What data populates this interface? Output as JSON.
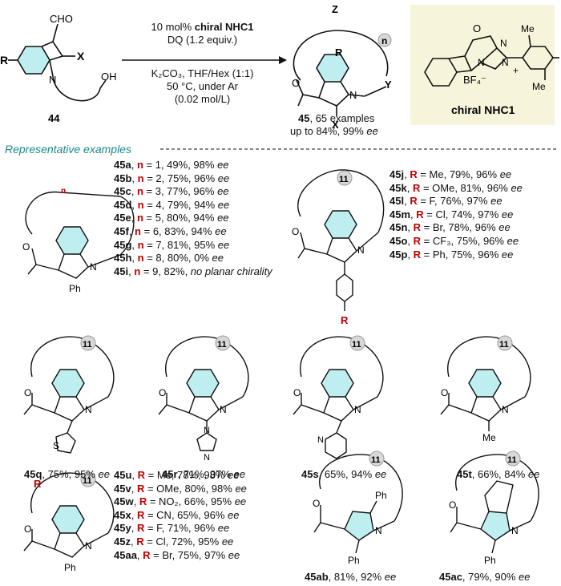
{
  "conditions": {
    "catalyst_pre": "10 mol% ",
    "catalyst_name": "chiral NHC1",
    "oxidant": "DQ (1.2 equiv.)",
    "base_solvent": "K₂CO₃, THF/Hex (1:1)",
    "temp": "50 °C, under Ar",
    "conc": "(0.02 mol/L)"
  },
  "reactant": {
    "id": "44",
    "R": "R",
    "X": "X",
    "cho": "CHO",
    "oh": "OH",
    "n_label": "N"
  },
  "product": {
    "id": "45",
    "summary": ", 65 examples",
    "yield_pre": "up to 84%, 99% ",
    "ee": "ee",
    "Z": "Z",
    "Y": "Y",
    "R": "R",
    "X": "X",
    "n": "n",
    "O": "O",
    "N": "N"
  },
  "catalyst": {
    "label": "chiral NHC1",
    "O": "O",
    "N": "N",
    "N2": "N",
    "N3": "N",
    "me1": "Me",
    "me2": "Me",
    "bf4": "BF₄⁻",
    "plus": "+",
    "bg": "#f6f5dc"
  },
  "section_title": "Representative examples",
  "colors": {
    "accent": "#c00000",
    "teal": "#1a8a8a",
    "ring": "#bfeef0"
  },
  "series_n": [
    {
      "id": "45a",
      "n": "1",
      "text": ", 49%, 98% ",
      "ee": "ee"
    },
    {
      "id": "45b",
      "n": "2",
      "text": ", 75%, 96% ",
      "ee": "ee"
    },
    {
      "id": "45c",
      "n": "3",
      "text": ", 77%, 96% ",
      "ee": "ee"
    },
    {
      "id": "45d",
      "n": "4",
      "text": ", 79%, 94% ",
      "ee": "ee"
    },
    {
      "id": "45e",
      "n": "5",
      "text": ", 80%, 94% ",
      "ee": "ee"
    },
    {
      "id": "45f",
      "n": "6",
      "text": ", 83%, 94% ",
      "ee": "ee"
    },
    {
      "id": "45g",
      "n": "7",
      "text": ", 81%, 95% ",
      "ee": "ee"
    },
    {
      "id": "45h",
      "n": "8",
      "text": ", 80%, 0% ",
      "ee": "ee"
    },
    {
      "id": "45i",
      "n": "9",
      "text": ", 82%, ",
      "ee": "no planar chirality"
    }
  ],
  "series_r1": [
    {
      "id": "45j",
      "r": "Me",
      "text": ", 79%, 96% ",
      "ee": "ee"
    },
    {
      "id": "45k",
      "r": "OMe",
      "text": ", 81%, 96% ",
      "ee": "ee"
    },
    {
      "id": "45l",
      "r": "F",
      "text": ", 76%, 97% ",
      "ee": "ee"
    },
    {
      "id": "45m",
      "r": "Cl",
      "text": ", 74%, 97% ",
      "ee": "ee"
    },
    {
      "id": "45n",
      "r": "Br",
      "text": ", 78%, 96% ",
      "ee": "ee"
    },
    {
      "id": "45o",
      "r": "CF₃",
      "text": ", 75%, 96% ",
      "ee": "ee"
    },
    {
      "id": "45p",
      "r": "Ph",
      "text": ", 75%, 96% ",
      "ee": "ee"
    }
  ],
  "series_r2": [
    {
      "id": "45u",
      "r": "Me",
      "text": ", 78%, 98% ",
      "ee": "ee"
    },
    {
      "id": "45v",
      "r": "OMe",
      "text": ", 80%, 98% ",
      "ee": "ee"
    },
    {
      "id": "45w",
      "r": "NO₂",
      "text": ", 66%, 95% ",
      "ee": "ee"
    },
    {
      "id": "45x",
      "r": "CN",
      "text": ", 65%, 96% ",
      "ee": "ee"
    },
    {
      "id": "45y",
      "r": "F",
      "text": ", 71%, 96% ",
      "ee": "ee"
    },
    {
      "id": "45z",
      "r": "Cl",
      "text": ", 72%, 95% ",
      "ee": "ee"
    },
    {
      "id": "45aa",
      "r": "Br",
      "text": ", 75%, 97% ",
      "ee": "ee"
    }
  ],
  "labels": {
    "n_sym": "n",
    "r_sym": "R",
    "eq": " = ",
    "ring_size": "11",
    "N": "N",
    "O": "O",
    "Ph": "Ph",
    "Me": "Me",
    "S": "S",
    "R": "R"
  },
  "singles": [
    {
      "id": "45q",
      "text": ", 75%, 95% ",
      "ee": "ee"
    },
    {
      "id": "45r",
      "text": ", 71%, 97% ",
      "ee": "ee"
    },
    {
      "id": "45s",
      "text": ", 65%, 94% ",
      "ee": "ee"
    },
    {
      "id": "45t",
      "text": ", 66%, 84% ",
      "ee": "ee"
    },
    {
      "id": "45ab",
      "text": ", 81%, 92% ",
      "ee": "ee"
    },
    {
      "id": "45ac",
      "text": ", 79%, 90% ",
      "ee": "ee"
    }
  ]
}
